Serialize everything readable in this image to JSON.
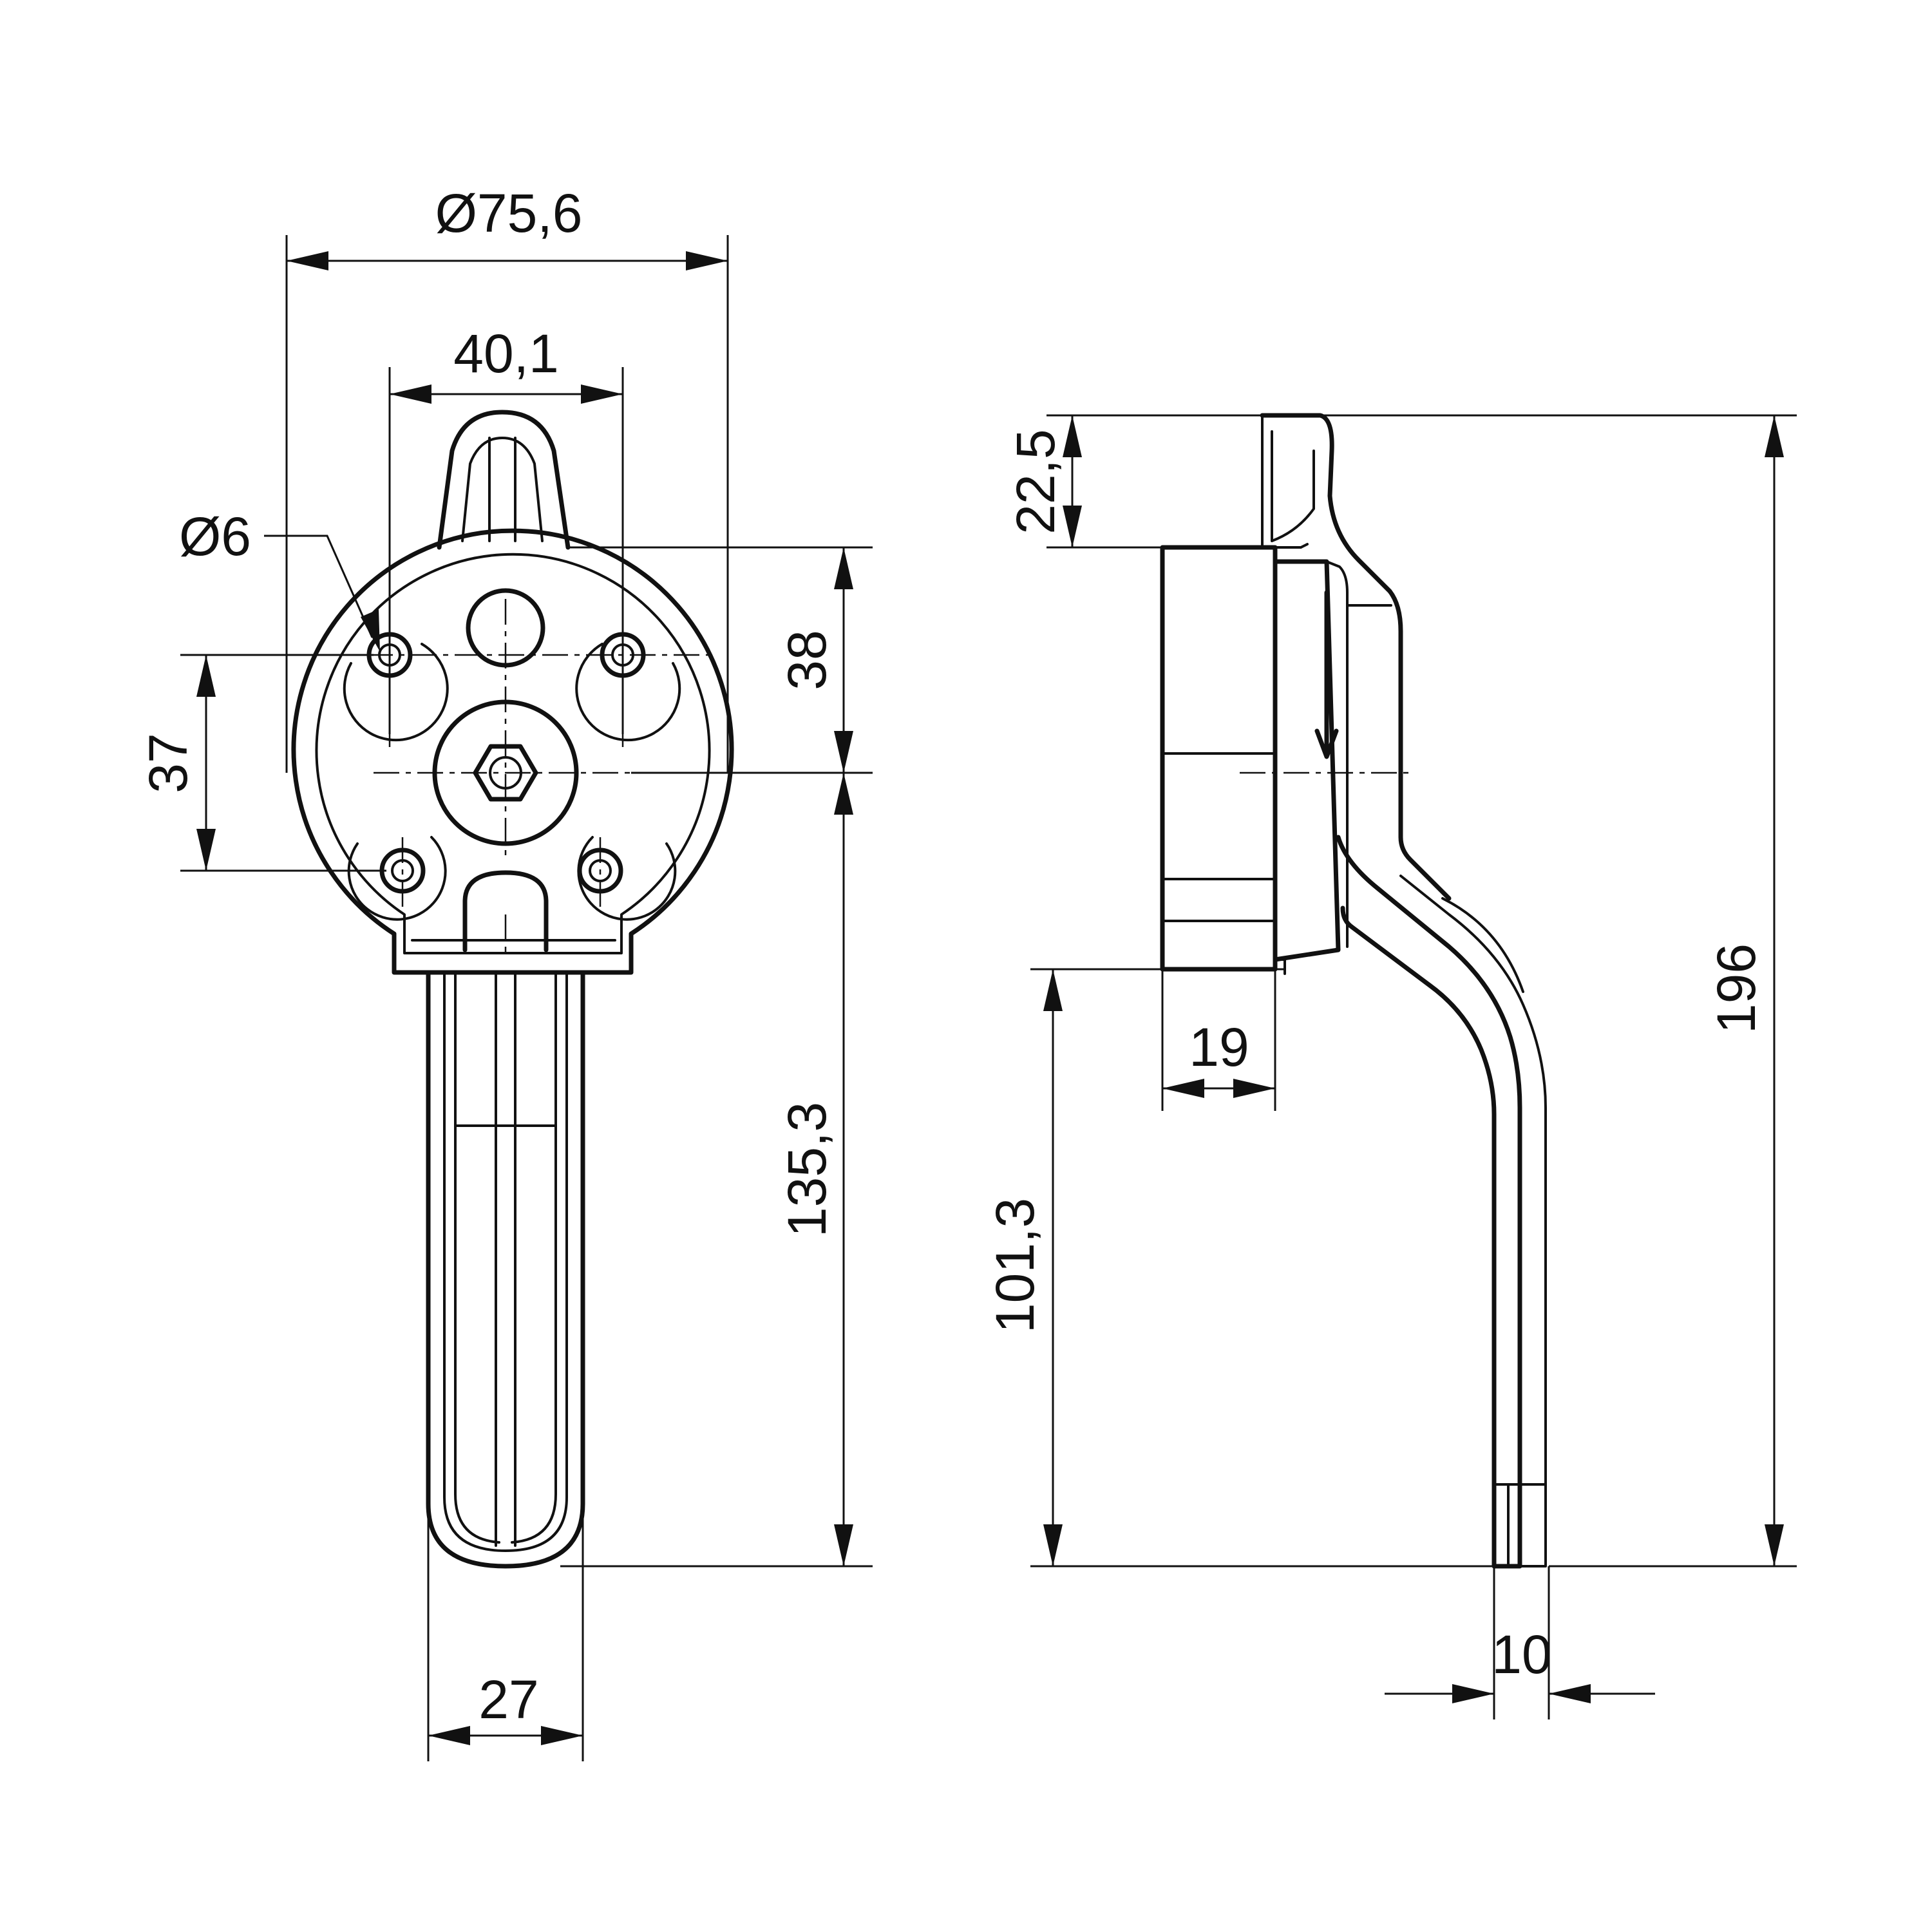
{
  "dimensions": {
    "overall_diameter": "Ø75,6",
    "hole_spacing_top": "40,1",
    "hole_diameter": "Ø6",
    "hole_spacing_vertical": "37",
    "upper_offset": "38",
    "lever_length": "135,3",
    "lever_width": "27",
    "top_offset": "22,5",
    "total_height": "196",
    "body_depth": "19",
    "lower_height": "101,3",
    "lever_thickness": "10"
  }
}
